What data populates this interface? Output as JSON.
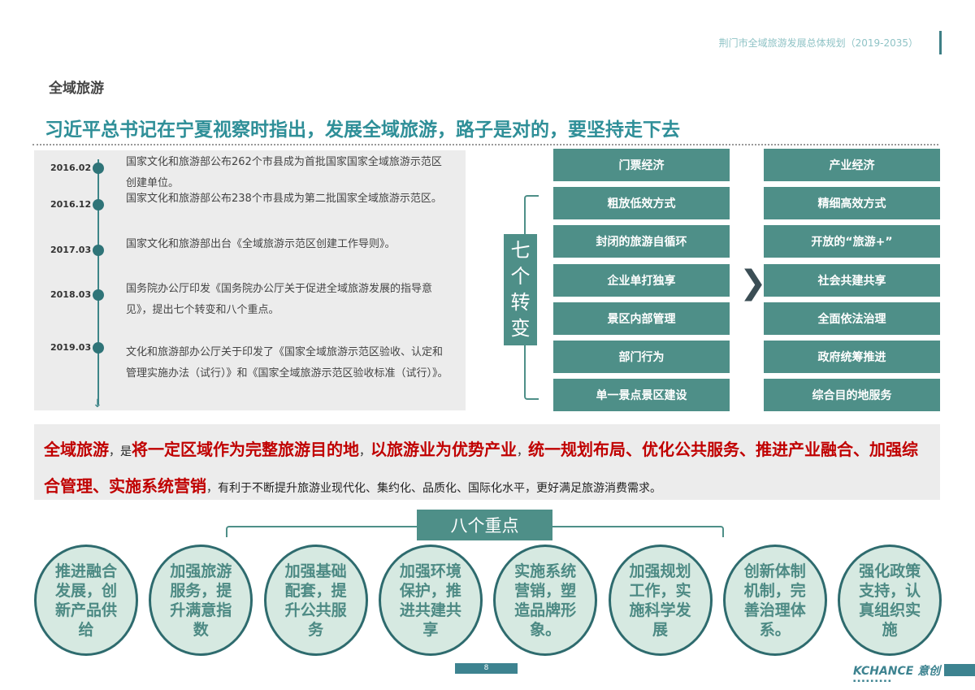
{
  "header": {
    "doc_title": "荆门市全域旅游发展总体规划（2019-2035）"
  },
  "section": "全域旅游",
  "title": "习近平总书记在宁夏视察时指出，发展全域旅游，路子是对的，要坚持走下去",
  "timeline": [
    {
      "date": "2016.02",
      "text": "国家文化和旅游部公布262个市县成为首批国家国家全域旅游示范区创建单位。"
    },
    {
      "date": "2016.12",
      "text": "国家文化和旅游部公布238个市县成为第二批国家全域旅游示范区。"
    },
    {
      "date": "2017.03",
      "text": "国家文化和旅游部出台《全域旅游示范区创建工作导则》。"
    },
    {
      "date": "2018.03",
      "text": "国务院办公厅印发《国务院办公厅关于促进全域旅游发展的指导意见》，提出七个转变和八个重点。"
    },
    {
      "date": "2019.03",
      "text": "文化和旅游部办公厅关于印发了《国家全域旅游示范区验收、认定和管理实施办法（试行）》和《国家全域旅游示范区验收标准（试行）》。"
    }
  ],
  "seven": {
    "label": "七个转变",
    "from": [
      "门票经济",
      "粗放低效方式",
      "封闭的旅游自循环",
      "企业单打独享",
      "景区内部管理",
      "部门行为",
      "单一景点景区建设"
    ],
    "to": [
      "产业经济",
      "精细高效方式",
      "开放的“旅游+”",
      "社会共建共享",
      "全面依法治理",
      "政府统筹推进",
      "综合目的地服务"
    ]
  },
  "definition": {
    "parts": [
      {
        "t": "全域旅游",
        "red": true
      },
      {
        "t": "，是",
        "red": false
      },
      {
        "t": "将一定区域作为完整旅游目的地",
        "red": true
      },
      {
        "t": "，",
        "red": false
      },
      {
        "t": "以旅游业为优势产业",
        "red": true
      },
      {
        "t": "，",
        "red": false
      },
      {
        "t": "统一规划布局、优化公共服务、推进产业融合、加强综合管理、实施系统营销",
        "red": true
      },
      {
        "t": "，有利于不断提升旅游业现代化、集约化、品质化、国际化水平，更好满足旅游消费需求。",
        "red": false
      }
    ]
  },
  "eight": {
    "label": "八个重点",
    "items": [
      "推进融合发展，创新产品供给",
      "加强旅游服务，提升满意指数",
      "加强基础配套，提升公共服务",
      "加强环境保护，推进共建共享",
      "实施系统营销，塑造品牌形象。",
      "加强规划工作，实施科学发展",
      "创新体制机制，完善治理体系。",
      "强化政策支持，认真组织实施"
    ]
  },
  "footer": {
    "page": "8",
    "logo": "KCHANCE 意创"
  },
  "colors": {
    "teal": "#4e8f88",
    "red": "#c00000",
    "title": "#2f8f98"
  }
}
